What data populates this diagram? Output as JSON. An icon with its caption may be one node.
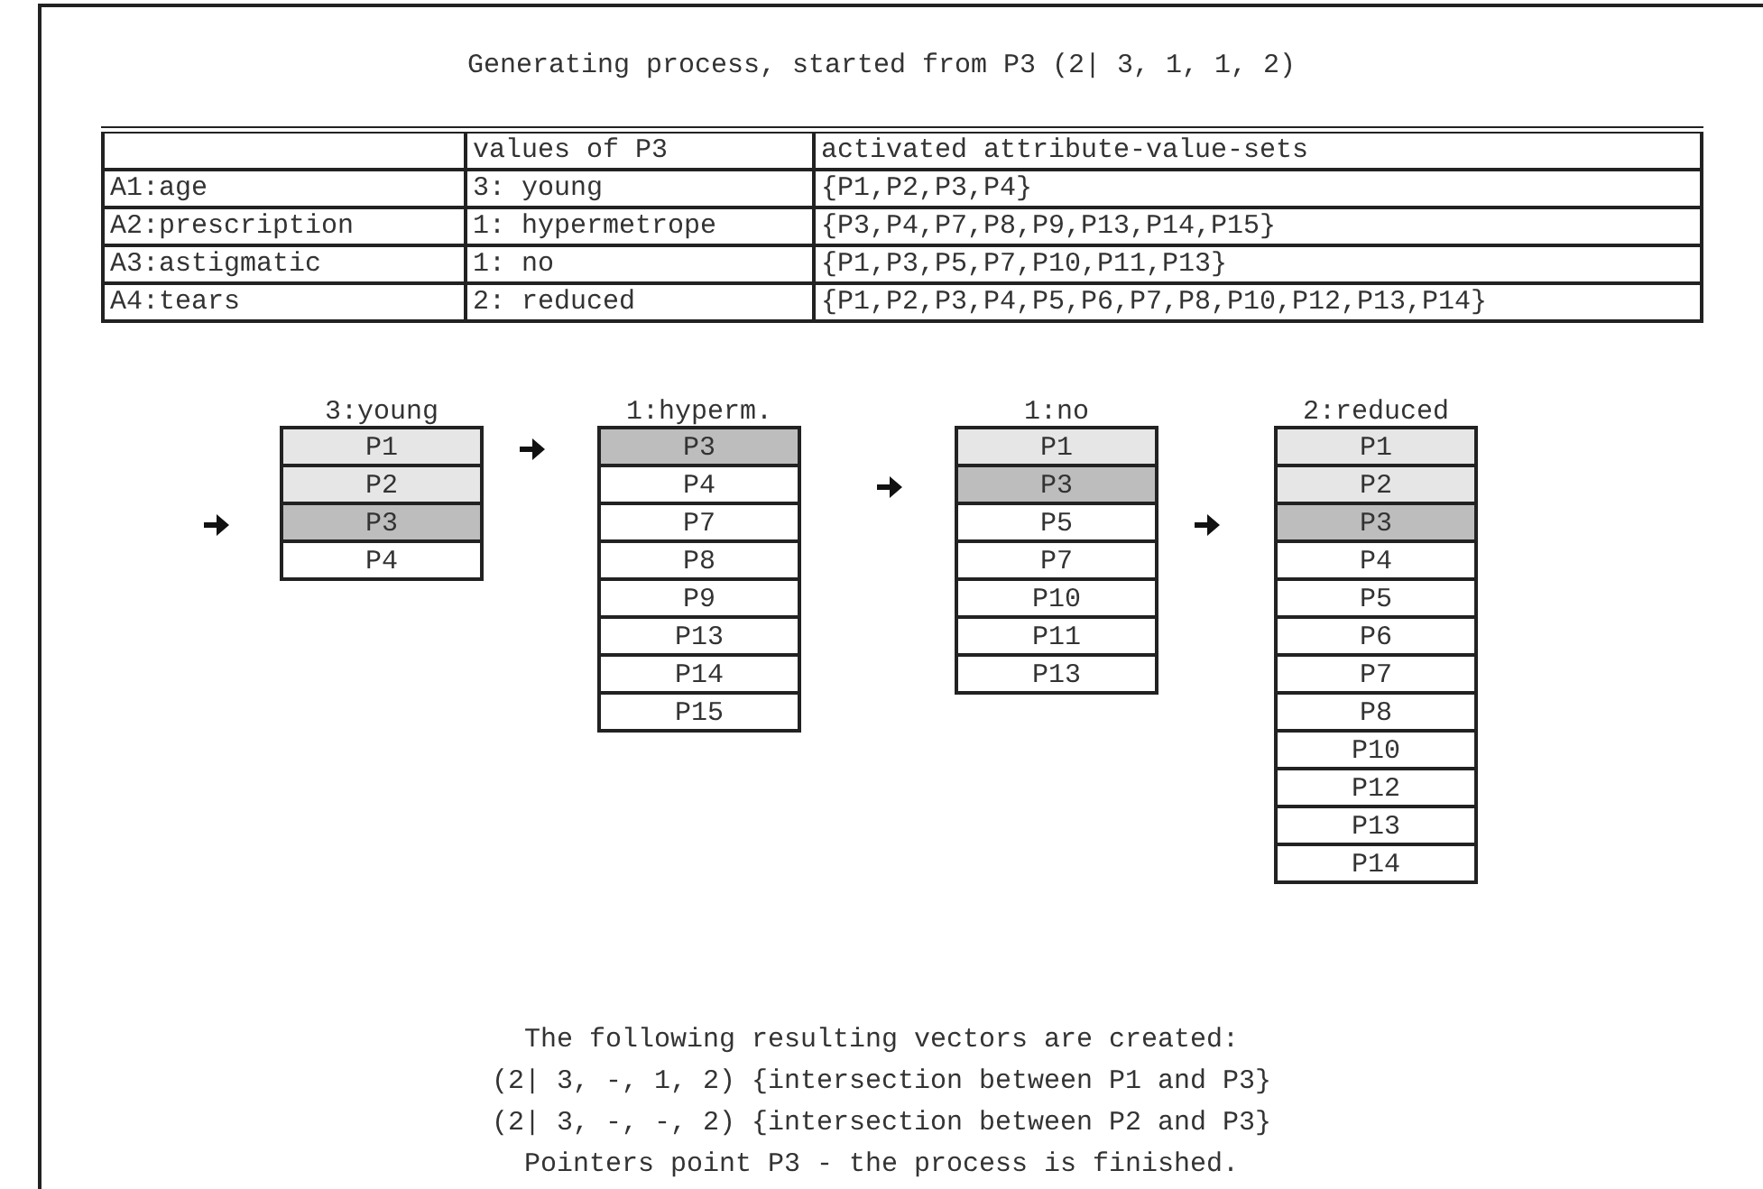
{
  "diagram": {
    "title": "Generating process, started from P3 (2| 3, 1, 1, 2)",
    "nodes": [
      {
        "text": [
          "3:young"
        ]
      },
      {
        "text": [
          "P1"
        ],
        "in": 0
      },
      {
        "text": [
          "P2"
        ],
        "in": 0
      },
      {
        "text": [
          "P3"
        ],
        "in": 0
      },
      {
        "text": [
          "P4"
        ],
        "in": 0
      },
      {
        "text": [
          "1:hyperm."
        ]
      },
      {
        "text": [
          "P3"
        ],
        "in": 5
      },
      {
        "text": [
          "P4"
        ],
        "in": 5
      },
      {
        "text": [
          "P7"
        ],
        "in": 5
      },
      {
        "text": [
          "P8"
        ],
        "in": 5
      },
      {
        "text": [
          "P9"
        ],
        "in": 5
      },
      {
        "text": [
          "P13"
        ],
        "in": 5
      },
      {
        "text": [
          "P14"
        ],
        "in": 5
      },
      {
        "text": [
          "P15"
        ],
        "in": 5
      },
      {
        "text": [
          "1:no"
        ]
      },
      {
        "text": [
          "P1"
        ],
        "in": 14
      },
      {
        "text": [
          "P3"
        ],
        "in": 14
      },
      {
        "text": [
          "P5"
        ],
        "in": 14
      },
      {
        "text": [
          "P7"
        ],
        "in": 14
      },
      {
        "text": [
          "P10"
        ],
        "in": 14
      },
      {
        "text": [
          "P11"
        ],
        "in": 14
      },
      {
        "text": [
          "P13"
        ],
        "in": 14
      },
      {
        "text": [
          "2:reduced"
        ]
      },
      {
        "text": [
          "P1"
        ],
        "in": 22
      },
      {
        "text": [
          "P2"
        ],
        "in": 22
      },
      {
        "text": [
          "P3"
        ],
        "in": 22
      },
      {
        "text": [
          "P4"
        ],
        "in": 22
      },
      {
        "text": [
          "P5"
        ],
        "in": 22
      },
      {
        "text": [
          "P6"
        ],
        "in": 22
      },
      {
        "text": [
          "P7"
        ],
        "in": 22
      },
      {
        "text": [
          "P8"
        ],
        "in": 22
      },
      {
        "text": [
          "P10"
        ],
        "in": 22
      },
      {
        "text": [
          "P12"
        ],
        "in": 22
      },
      {
        "text": [
          "P13"
        ],
        "in": 22
      },
      {
        "text": [
          "P14"
        ],
        "in": 22
      }
    ],
    "labels": [
      "values of P3",
      "activated attribute-value-sets",
      "A1:age",
      "3: young",
      "{P1,P2,P3,P4}",
      "A2:prescription",
      "1: hypermetrope",
      "{P3,P4,P7,P8,P9,P13,P14,P15}",
      "A3:astigmatic",
      "1: no",
      "{P1,P3,P5,P7,P10,P11,P13}",
      "A4:tears",
      "2: reduced",
      "{P1,P2,P3,P4,P5,P6,P7,P8,P10,P12,P13,P14}",
      "The following resulting vectors are created:",
      "(2| 3, -, 1, 2) {intersection between P1 and P3}",
      "(2| 3, -, -, 2) {intersection between P2 and P3}",
      "Pointers point P3 - the process is finished."
    ]
  }
}
